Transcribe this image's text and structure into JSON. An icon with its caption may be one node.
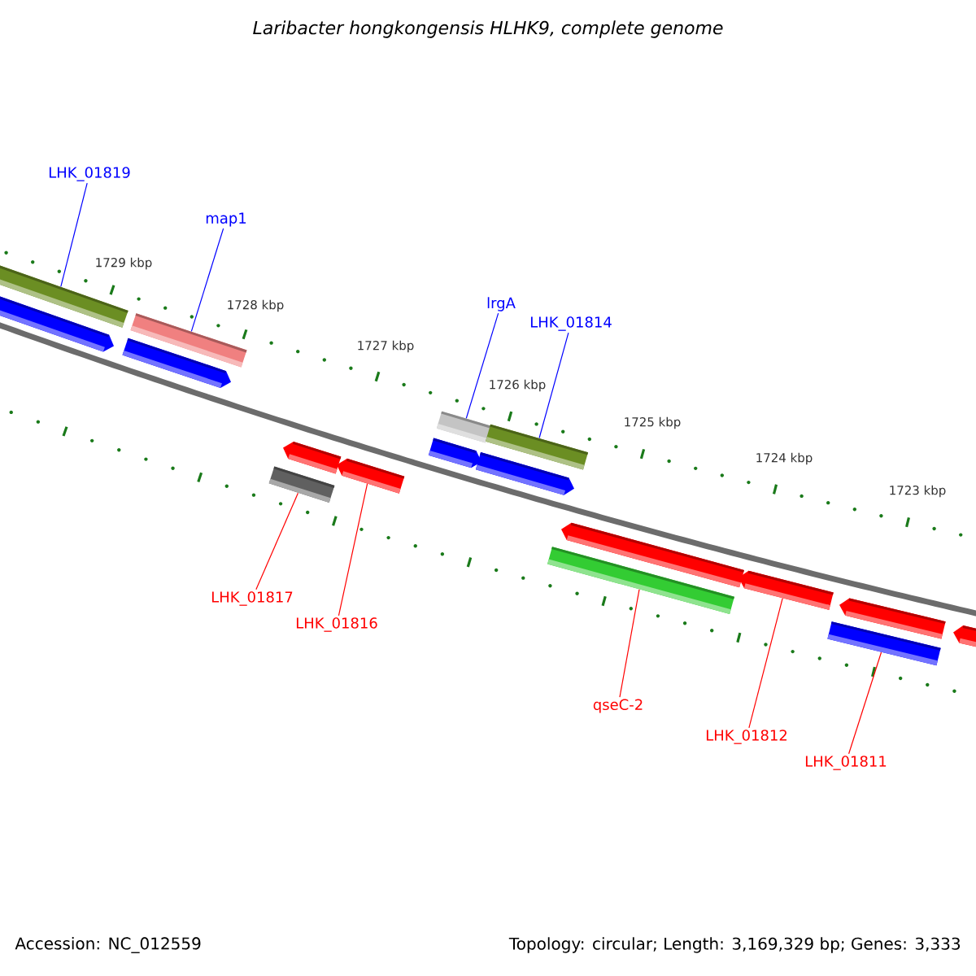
{
  "diagram": {
    "title": "Laribacter hongkongensis HLHK9, complete genome",
    "nodes": [
      {
        "text": [
          "LHK_01819"
        ]
      },
      {
        "text": [
          "map1"
        ]
      },
      {
        "text": [
          "lrgA"
        ]
      },
      {
        "text": [
          "LHK_01814"
        ]
      },
      {
        "text": [
          "LHK_01817"
        ]
      },
      {
        "text": [
          "LHK_01816"
        ]
      },
      {
        "text": [
          "qseC-2"
        ]
      },
      {
        "text": [
          "LHK_01812"
        ]
      },
      {
        "text": [
          "LHK_01811"
        ]
      },
      {
        "text": [],
        "shape": "bar"
      },
      {
        "text": [],
        "shape": "bar"
      },
      {
        "text": [],
        "shape": "bar"
      },
      {
        "text": [],
        "shape": "bar"
      },
      {
        "text": [],
        "shape": "bar"
      },
      {
        "text": [],
        "shape": "arrow"
      },
      {
        "text": [],
        "shape": "bar"
      },
      {
        "text": [],
        "shape": "arrow"
      },
      {
        "text": [],
        "shape": "bar"
      },
      {
        "text": [],
        "shape": "arrow"
      },
      {
        "text": [],
        "shape": "arrow"
      },
      {
        "text": [],
        "shape": "arrow"
      },
      {
        "text": [],
        "shape": "arrow"
      },
      {
        "text": [],
        "shape": "arrow"
      },
      {
        "text": [],
        "shape": "arrow"
      },
      {
        "text": [],
        "shape": "arrow"
      },
      {
        "text": [],
        "shape": "arrow"
      }
    ],
    "edges": [
      {
        "from": 0,
        "to": 9,
        "arrow": "none",
        "color": "#0000ff"
      },
      {
        "from": 1,
        "to": 10,
        "arrow": "none",
        "color": "#0000ff"
      },
      {
        "from": 2,
        "to": 11,
        "arrow": "none",
        "color": "#0000ff"
      },
      {
        "from": 3,
        "to": 12,
        "arrow": "none",
        "color": "#0000ff"
      },
      {
        "from": 4,
        "to": 13,
        "arrow": "none"
      },
      {
        "from": 5,
        "to": 14,
        "arrow": "none"
      },
      {
        "from": 6,
        "to": 15,
        "arrow": "none"
      },
      {
        "from": 7,
        "to": 16,
        "arrow": "none"
      },
      {
        "from": 8,
        "to": 17,
        "arrow": "none"
      }
    ],
    "labels": [
      "1729 kbp",
      "1728 kbp",
      "1727 kbp",
      "1726 kbp",
      "1725 kbp",
      "1724 kbp",
      "1723 kbp",
      "Accession: NC_012559",
      "Topology: circular; Length: 3,169,329 bp; Genes: 3,333"
    ]
  }
}
